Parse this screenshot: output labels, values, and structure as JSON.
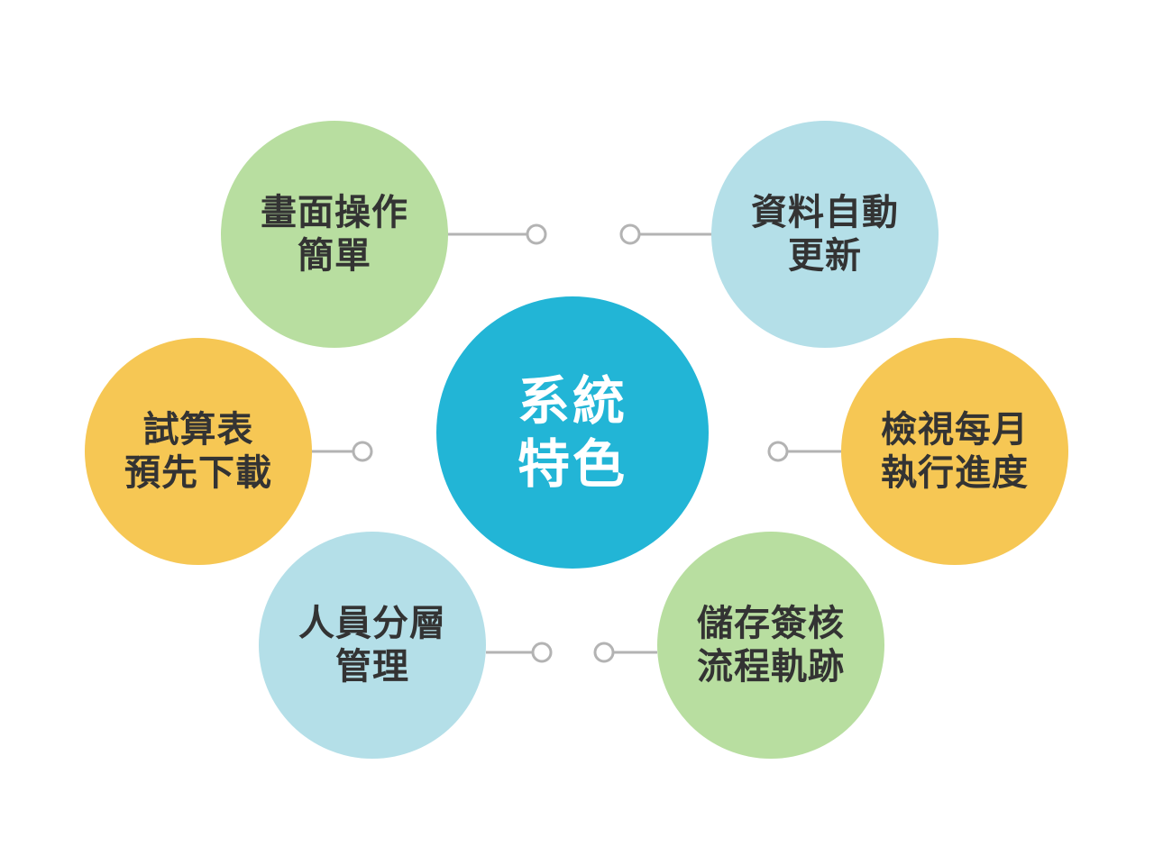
{
  "diagram": {
    "center": {
      "lines": [
        "系統",
        "特色"
      ],
      "color": "#22b5d6"
    },
    "features": [
      {
        "id": "tl",
        "lines": [
          "畫面操作",
          "簡單"
        ],
        "color": "#b8dea0"
      },
      {
        "id": "tr",
        "lines": [
          "資料自動",
          "更新"
        ],
        "color": "#b4dfe8"
      },
      {
        "id": "ml",
        "lines": [
          "試算表",
          "預先下載"
        ],
        "color": "#f6c754"
      },
      {
        "id": "mr",
        "lines": [
          "檢視每月",
          "執行進度"
        ],
        "color": "#f6c754"
      },
      {
        "id": "bl",
        "lines": [
          "人員分層",
          "管理"
        ],
        "color": "#b4dfe8"
      },
      {
        "id": "br",
        "lines": [
          "儲存簽核",
          "流程軌跡"
        ],
        "color": "#b8dea0"
      }
    ],
    "connector_color": "#b3b3b3"
  }
}
